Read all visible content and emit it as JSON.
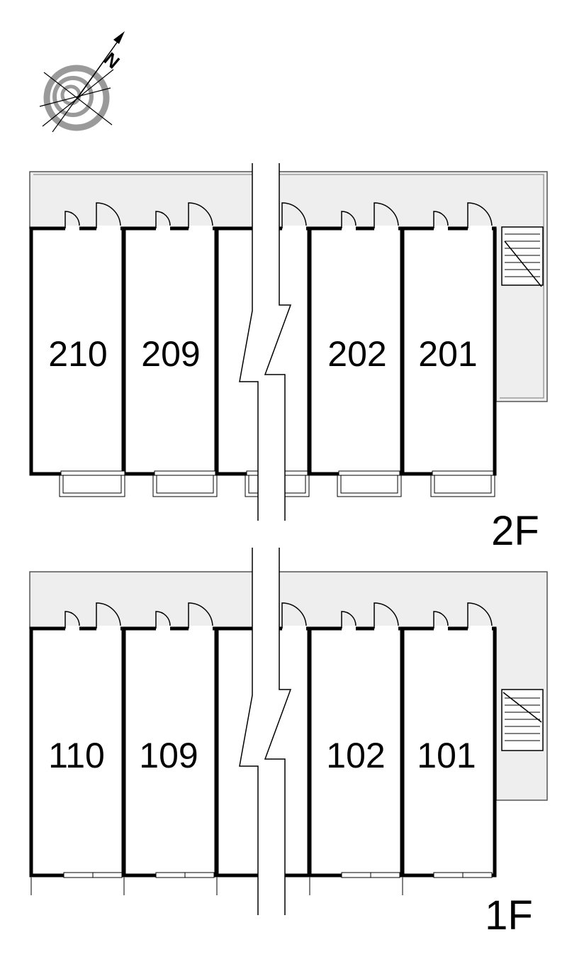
{
  "compass": {
    "icon": "compass-icon",
    "north_letter": "N"
  },
  "floors": [
    {
      "label": "2F",
      "rooms": [
        "210",
        "209",
        "202",
        "201"
      ]
    },
    {
      "label": "1F",
      "rooms": [
        "110",
        "109",
        "102",
        "101"
      ]
    }
  ],
  "colors": {
    "corridor": "#eeeeee",
    "wall": "#000000",
    "outline": "#555555",
    "background": "#ffffff"
  }
}
